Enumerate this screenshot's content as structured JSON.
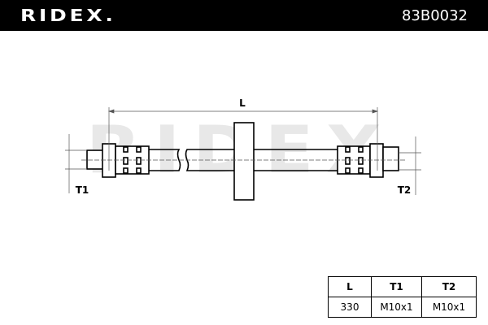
{
  "header": {
    "brand": "RIDEX.",
    "part_number": "83B0032"
  },
  "watermark": "RIDEX",
  "diagram": {
    "length_label": "L",
    "thread1_label": "T1",
    "thread2_label": "T2"
  },
  "table": {
    "headers": [
      "L",
      "T1",
      "T2"
    ],
    "rows": [
      [
        "330",
        "M10x1",
        "M10x1"
      ]
    ]
  },
  "colors": {
    "header_bg": "#000000",
    "watermark": "#e6e6e6"
  }
}
